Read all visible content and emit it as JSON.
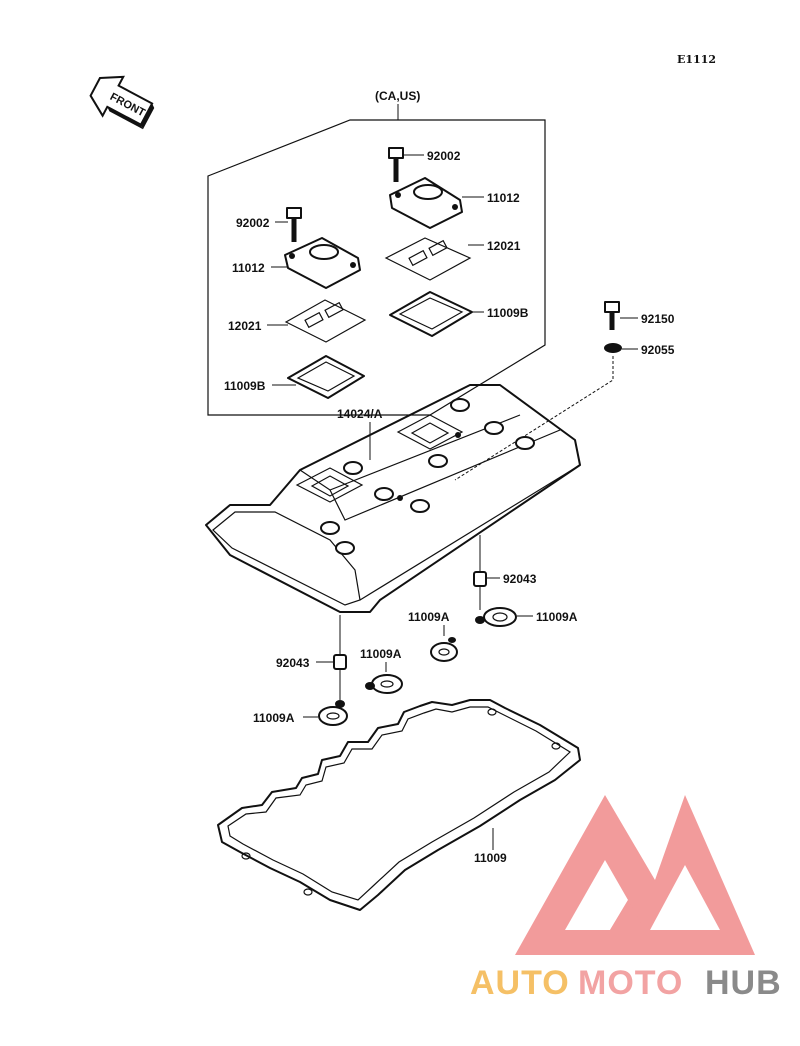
{
  "diagram_code": "E1112",
  "front_label": "FRONT",
  "region_label": "(CA,US)",
  "parts": {
    "p92002_a": "92002",
    "p92002_b": "92002",
    "p11012_a": "11012",
    "p11012_b": "11012",
    "p12021_a": "12021",
    "p12021_b": "12021",
    "p11009B_a": "11009B",
    "p11009B_b": "11009B",
    "p92150": "92150",
    "p92055": "92055",
    "p14024A": "14024/A",
    "p92043_a": "92043",
    "p92043_b": "92043",
    "p11009A_a": "11009A",
    "p11009A_b": "11009A",
    "p11009A_c": "11009A",
    "p11009A_d": "11009A",
    "p11009": "11009"
  },
  "watermark": {
    "part1": "AUTO",
    "part2": "MOTO",
    "part3": "HUB",
    "color1": "#f5c066",
    "color2": "#f2a3a3",
    "color3": "#8a8a8a",
    "logo_color": "#f08a8a"
  }
}
